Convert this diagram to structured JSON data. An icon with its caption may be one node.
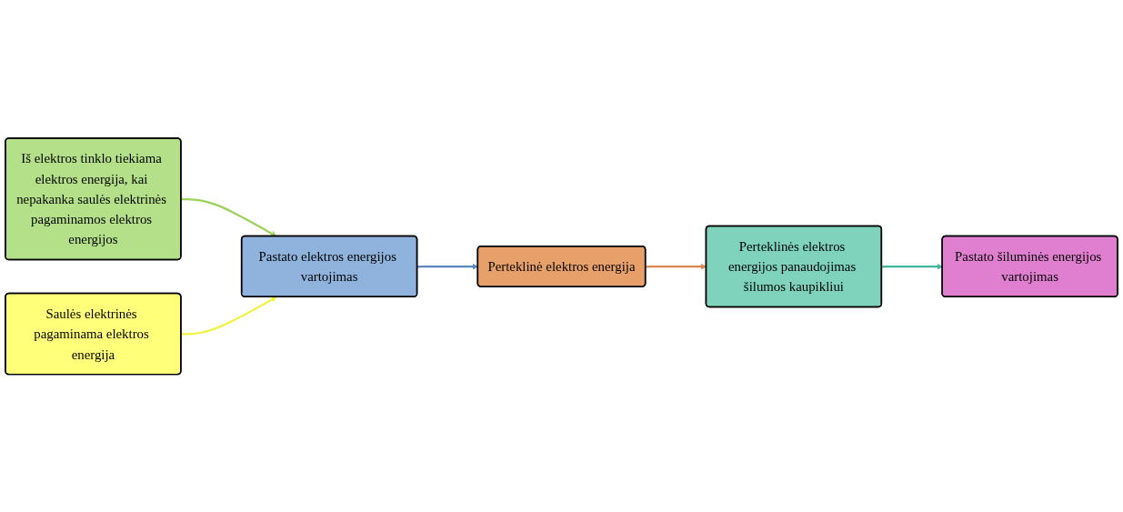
{
  "diagram": {
    "nodes": [
      {
        "text": [
          "Iš elektros tinklo tiekiama elektros energija, kai nepakanka saulės elektrinės pagaminamos elektros energijos"
        ]
      },
      {
        "text": [
          "Saulės elektrinės pagaminama elektros energija"
        ]
      },
      {
        "text": [
          "Pastato elektros energijos vartojimas"
        ]
      },
      {
        "text": [
          "Perteklinė elektros energija"
        ]
      },
      {
        "text": [
          "Pastato šiluminės energijos vartojimas"
        ]
      },
      {
        "text": [
          "Perteklinės elektros energijos panaudojimas šilumos kaupikliui"
        ]
      }
    ],
    "edges": [
      {
        "from": 0,
        "to": 2,
        "arrow": "to",
        "color": "#9bd35a"
      },
      {
        "from": 1,
        "to": 2,
        "arrow": "to",
        "color": "#f5f23a"
      },
      {
        "from": 2,
        "to": 3,
        "arrow": "to",
        "color": "#5b86c0"
      },
      {
        "from": 3,
        "to": 5,
        "arrow": "to",
        "color": "#d9874a"
      },
      {
        "from": 5,
        "to": 4,
        "arrow": "to",
        "color": "#3fb49a"
      }
    ]
  }
}
